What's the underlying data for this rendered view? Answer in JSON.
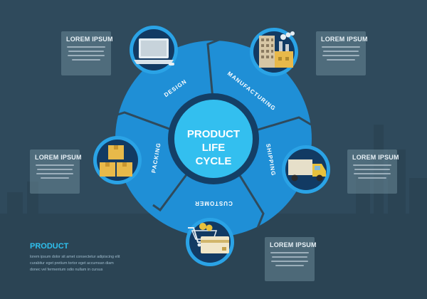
{
  "cycle": {
    "title_lines": [
      "PRODUCT",
      "LIFE",
      "CYCLE"
    ],
    "stages": [
      {
        "label": "DESIGN",
        "icon": "laptop-icon"
      },
      {
        "label": "MANUFACTURING",
        "icon": "factory-icon"
      },
      {
        "label": "SHIPPING",
        "icon": "delivery-truck-icon"
      },
      {
        "label": "CUSTOMER",
        "icon": "shopping-cart-card-icon"
      },
      {
        "label": "PACKING",
        "icon": "boxes-icon"
      }
    ]
  },
  "info_boxes": [
    {
      "title": "LOREM IPSUM"
    },
    {
      "title": "LOREM IPSUM"
    },
    {
      "title": "LOREM IPSUM"
    },
    {
      "title": "LOREM IPSUM"
    },
    {
      "title": "LOREM IPSUM"
    }
  ],
  "product": {
    "title": "PRODUCT",
    "lines": [
      "lorem ipsum dolor sit amet consectetur adipiscing elit",
      "curabitur eget pretium tortor eget accumsan diam",
      "donec vel fermentum odio nullam in cursus"
    ]
  },
  "colors": {
    "background": "#2f4a5c",
    "ring": "#1f8fd6",
    "ring_light": "#2aa3e6",
    "center": "#33bfef",
    "icon_circle": "#123a63",
    "accent": "#2fc0ee"
  }
}
